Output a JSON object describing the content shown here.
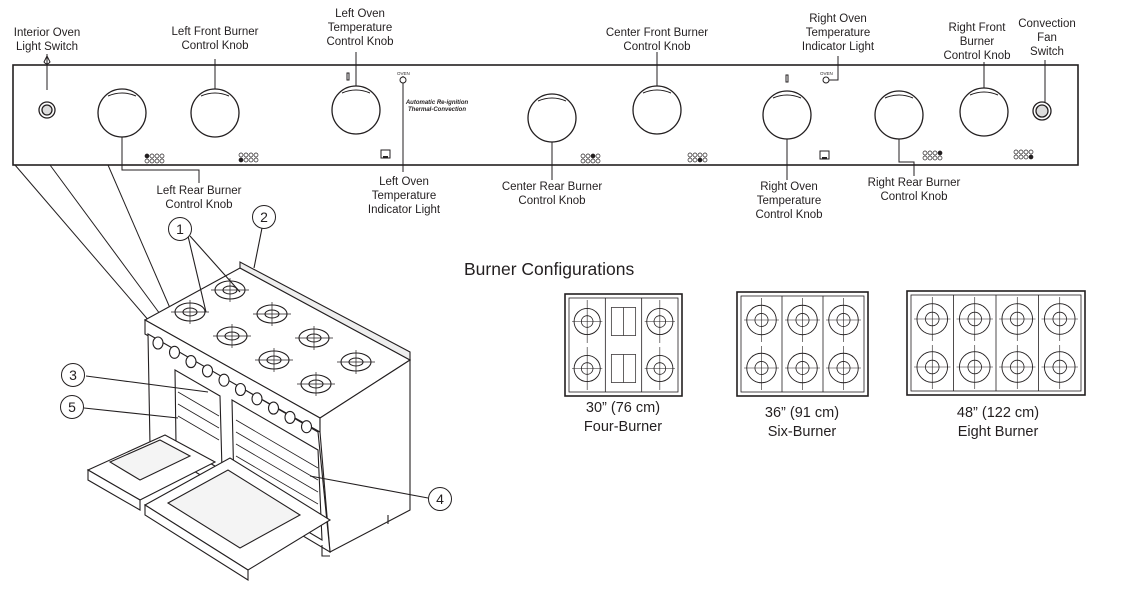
{
  "panel_labels": {
    "interior_light": [
      "Interior Oven",
      "Light Switch"
    ],
    "left_front_burner": [
      "Left Front Burner",
      "Control Knob"
    ],
    "left_oven_temp_knob": [
      "Left Oven",
      "Temperature",
      "Control Knob"
    ],
    "center_front_burner": [
      "Center Front Burner",
      "Control Knob"
    ],
    "right_oven_indicator": [
      "Right Oven",
      "Temperature",
      "Indicator Light"
    ],
    "right_front_burner": [
      "Right Front",
      "Burner",
      "Control Knob"
    ],
    "convection_fan": [
      "Convection",
      "Fan",
      "Switch"
    ],
    "left_rear_burner": [
      "Left Rear Burner",
      "Control Knob"
    ],
    "left_oven_indicator": [
      "Left Oven",
      "Temperature",
      "Indicator Light"
    ],
    "center_rear_burner": [
      "Center Rear Burner",
      "Control Knob"
    ],
    "right_oven_temp_knob": [
      "Right Oven",
      "Temperature",
      "Control Knob"
    ],
    "right_rear_burner": [
      "Right Rear Burner",
      "Control Knob"
    ]
  },
  "panel_note": [
    "Automatic Re-ignition",
    "Thermal-Convection"
  ],
  "indicator_text": "OVEN",
  "callouts": [
    "1",
    "2",
    "3",
    "4",
    "5"
  ],
  "burner_configurations": {
    "title": "Burner Configurations",
    "items": [
      {
        "size": "30” (76 cm)",
        "name": "Four-Burner"
      },
      {
        "size": "36” (91 cm)",
        "name": "Six-Burner"
      },
      {
        "size": "48” (122 cm)",
        "name": "Eight Burner"
      }
    ]
  }
}
